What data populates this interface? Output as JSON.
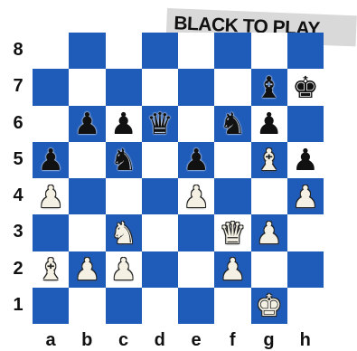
{
  "banner": {
    "text": "BLACK TO PLAY"
  },
  "ranks": [
    "8",
    "7",
    "6",
    "5",
    "4",
    "3",
    "2",
    "1"
  ],
  "files": [
    "a",
    "b",
    "c",
    "d",
    "e",
    "f",
    "g",
    "h"
  ],
  "colors": {
    "dark_square": "#1f5bb8",
    "light_square": "#ffffff"
  },
  "pieces": [
    {
      "square": "g7",
      "color": "black",
      "type": "bishop",
      "glyph": "♝"
    },
    {
      "square": "h7",
      "color": "black",
      "type": "king",
      "glyph": "♚"
    },
    {
      "square": "b6",
      "color": "black",
      "type": "pawn",
      "glyph": "♟"
    },
    {
      "square": "c6",
      "color": "black",
      "type": "pawn",
      "glyph": "♟"
    },
    {
      "square": "d6",
      "color": "black",
      "type": "queen",
      "glyph": "♛"
    },
    {
      "square": "f6",
      "color": "black",
      "type": "knight",
      "glyph": "♞"
    },
    {
      "square": "g6",
      "color": "black",
      "type": "pawn",
      "glyph": "♟"
    },
    {
      "square": "a5",
      "color": "black",
      "type": "pawn",
      "glyph": "♟"
    },
    {
      "square": "c5",
      "color": "black",
      "type": "knight",
      "glyph": "♞"
    },
    {
      "square": "e5",
      "color": "black",
      "type": "pawn",
      "glyph": "♟"
    },
    {
      "square": "g5",
      "color": "white",
      "type": "bishop",
      "glyph": "♝"
    },
    {
      "square": "h5",
      "color": "black",
      "type": "pawn",
      "glyph": "♟"
    },
    {
      "square": "a4",
      "color": "white",
      "type": "pawn",
      "glyph": "♟"
    },
    {
      "square": "e4",
      "color": "white",
      "type": "pawn",
      "glyph": "♟"
    },
    {
      "square": "h4",
      "color": "white",
      "type": "pawn",
      "glyph": "♟"
    },
    {
      "square": "c3",
      "color": "white",
      "type": "knight",
      "glyph": "♞"
    },
    {
      "square": "f3",
      "color": "white",
      "type": "queen",
      "glyph": "♛"
    },
    {
      "square": "g3",
      "color": "white",
      "type": "pawn",
      "glyph": "♟"
    },
    {
      "square": "a2",
      "color": "white",
      "type": "bishop",
      "glyph": "♝"
    },
    {
      "square": "b2",
      "color": "white",
      "type": "pawn",
      "glyph": "♟"
    },
    {
      "square": "c2",
      "color": "white",
      "type": "pawn",
      "glyph": "♟"
    },
    {
      "square": "f2",
      "color": "white",
      "type": "pawn",
      "glyph": "♟"
    },
    {
      "square": "g1",
      "color": "white",
      "type": "king",
      "glyph": "♚"
    }
  ]
}
